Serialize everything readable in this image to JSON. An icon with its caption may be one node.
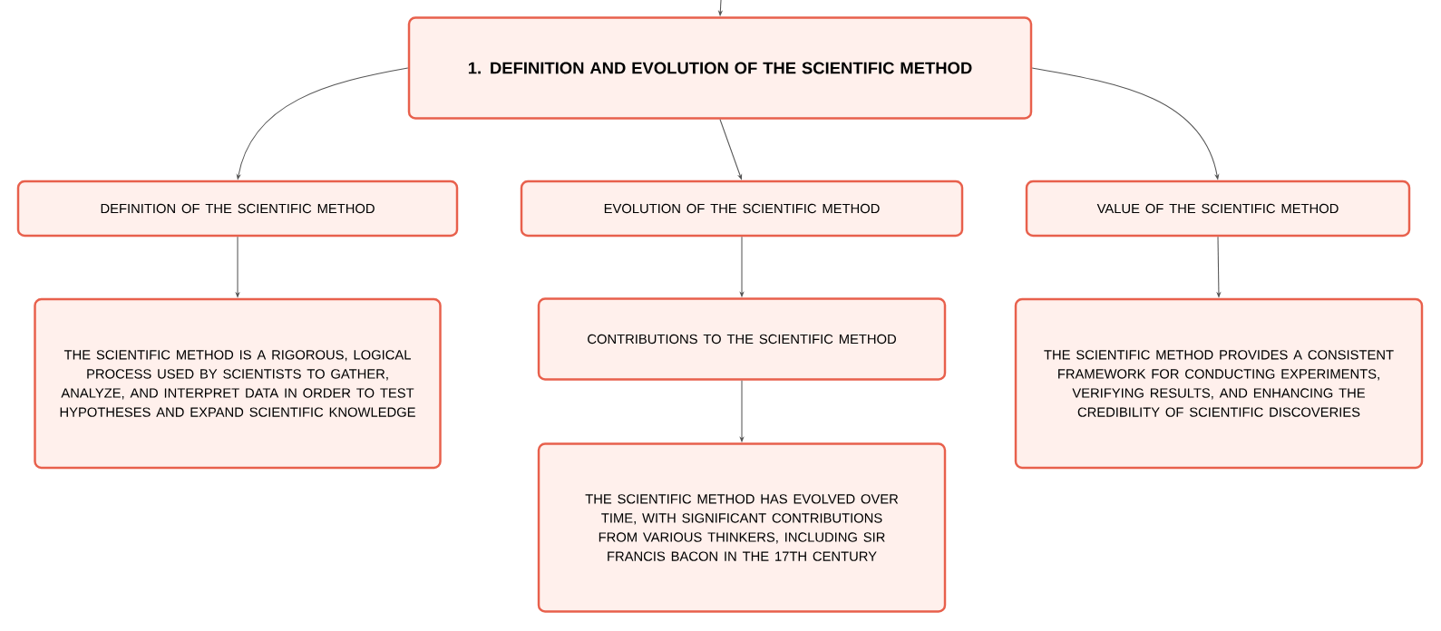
{
  "diagram": {
    "nodes": [
      {
        "text": [
          "1. DEFINITION AND EVOLUTION OF THE SCIENTIFIC METHOD"
        ]
      },
      {
        "text": [
          "DEFINITION OF THE SCIENTIFIC METHOD"
        ]
      },
      {
        "text": [
          "EVOLUTION OF THE SCIENTIFIC METHOD"
        ]
      },
      {
        "text": [
          "VALUE OF THE SCIENTIFIC METHOD"
        ]
      },
      {
        "text": [
          "THE SCIENTIFIC METHOD IS A RIGOROUS, LOGICAL PROCESS USED BY SCIENTISTS TO GATHER, ANALYZE, AND INTERPRET DATA IN ORDER TO TEST HYPOTHESES AND EXPAND SCIENTIFIC KNOWLEDGE"
        ]
      },
      {
        "text": [
          "CONTRIBUTIONS TO THE SCIENTIFIC METHOD"
        ]
      },
      {
        "text": [
          "THE SCIENTIFIC METHOD HAS EVOLVED OVER TIME, WITH SIGNIFICANT CONTRIBUTIONS FROM VARIOUS THINKERS, INCLUDING SIR FRANCIS BACON IN THE 17TH CENTURY"
        ]
      },
      {
        "text": [
          "THE SCIENTIFIC METHOD PROVIDES A CONSISTENT FRAMEWORK FOR CONDUCTING EXPERIMENTS, VERIFYING RESULTS, AND ENHANCING THE CREDIBILITY OF SCIENTIFIC DISCOVERIES"
        ]
      }
    ],
    "edges": [
      {
        "from": null,
        "to": 0,
        "arrow": "to"
      },
      {
        "from": 0,
        "to": 1,
        "arrow": "to"
      },
      {
        "from": 0,
        "to": 2,
        "arrow": "to"
      },
      {
        "from": 0,
        "to": 3,
        "arrow": "to"
      },
      {
        "from": 1,
        "to": 4,
        "arrow": "to"
      },
      {
        "from": 2,
        "to": 5,
        "arrow": "to"
      },
      {
        "from": 5,
        "to": 6,
        "arrow": "to"
      },
      {
        "from": 3,
        "to": 7,
        "arrow": "to"
      }
    ]
  }
}
